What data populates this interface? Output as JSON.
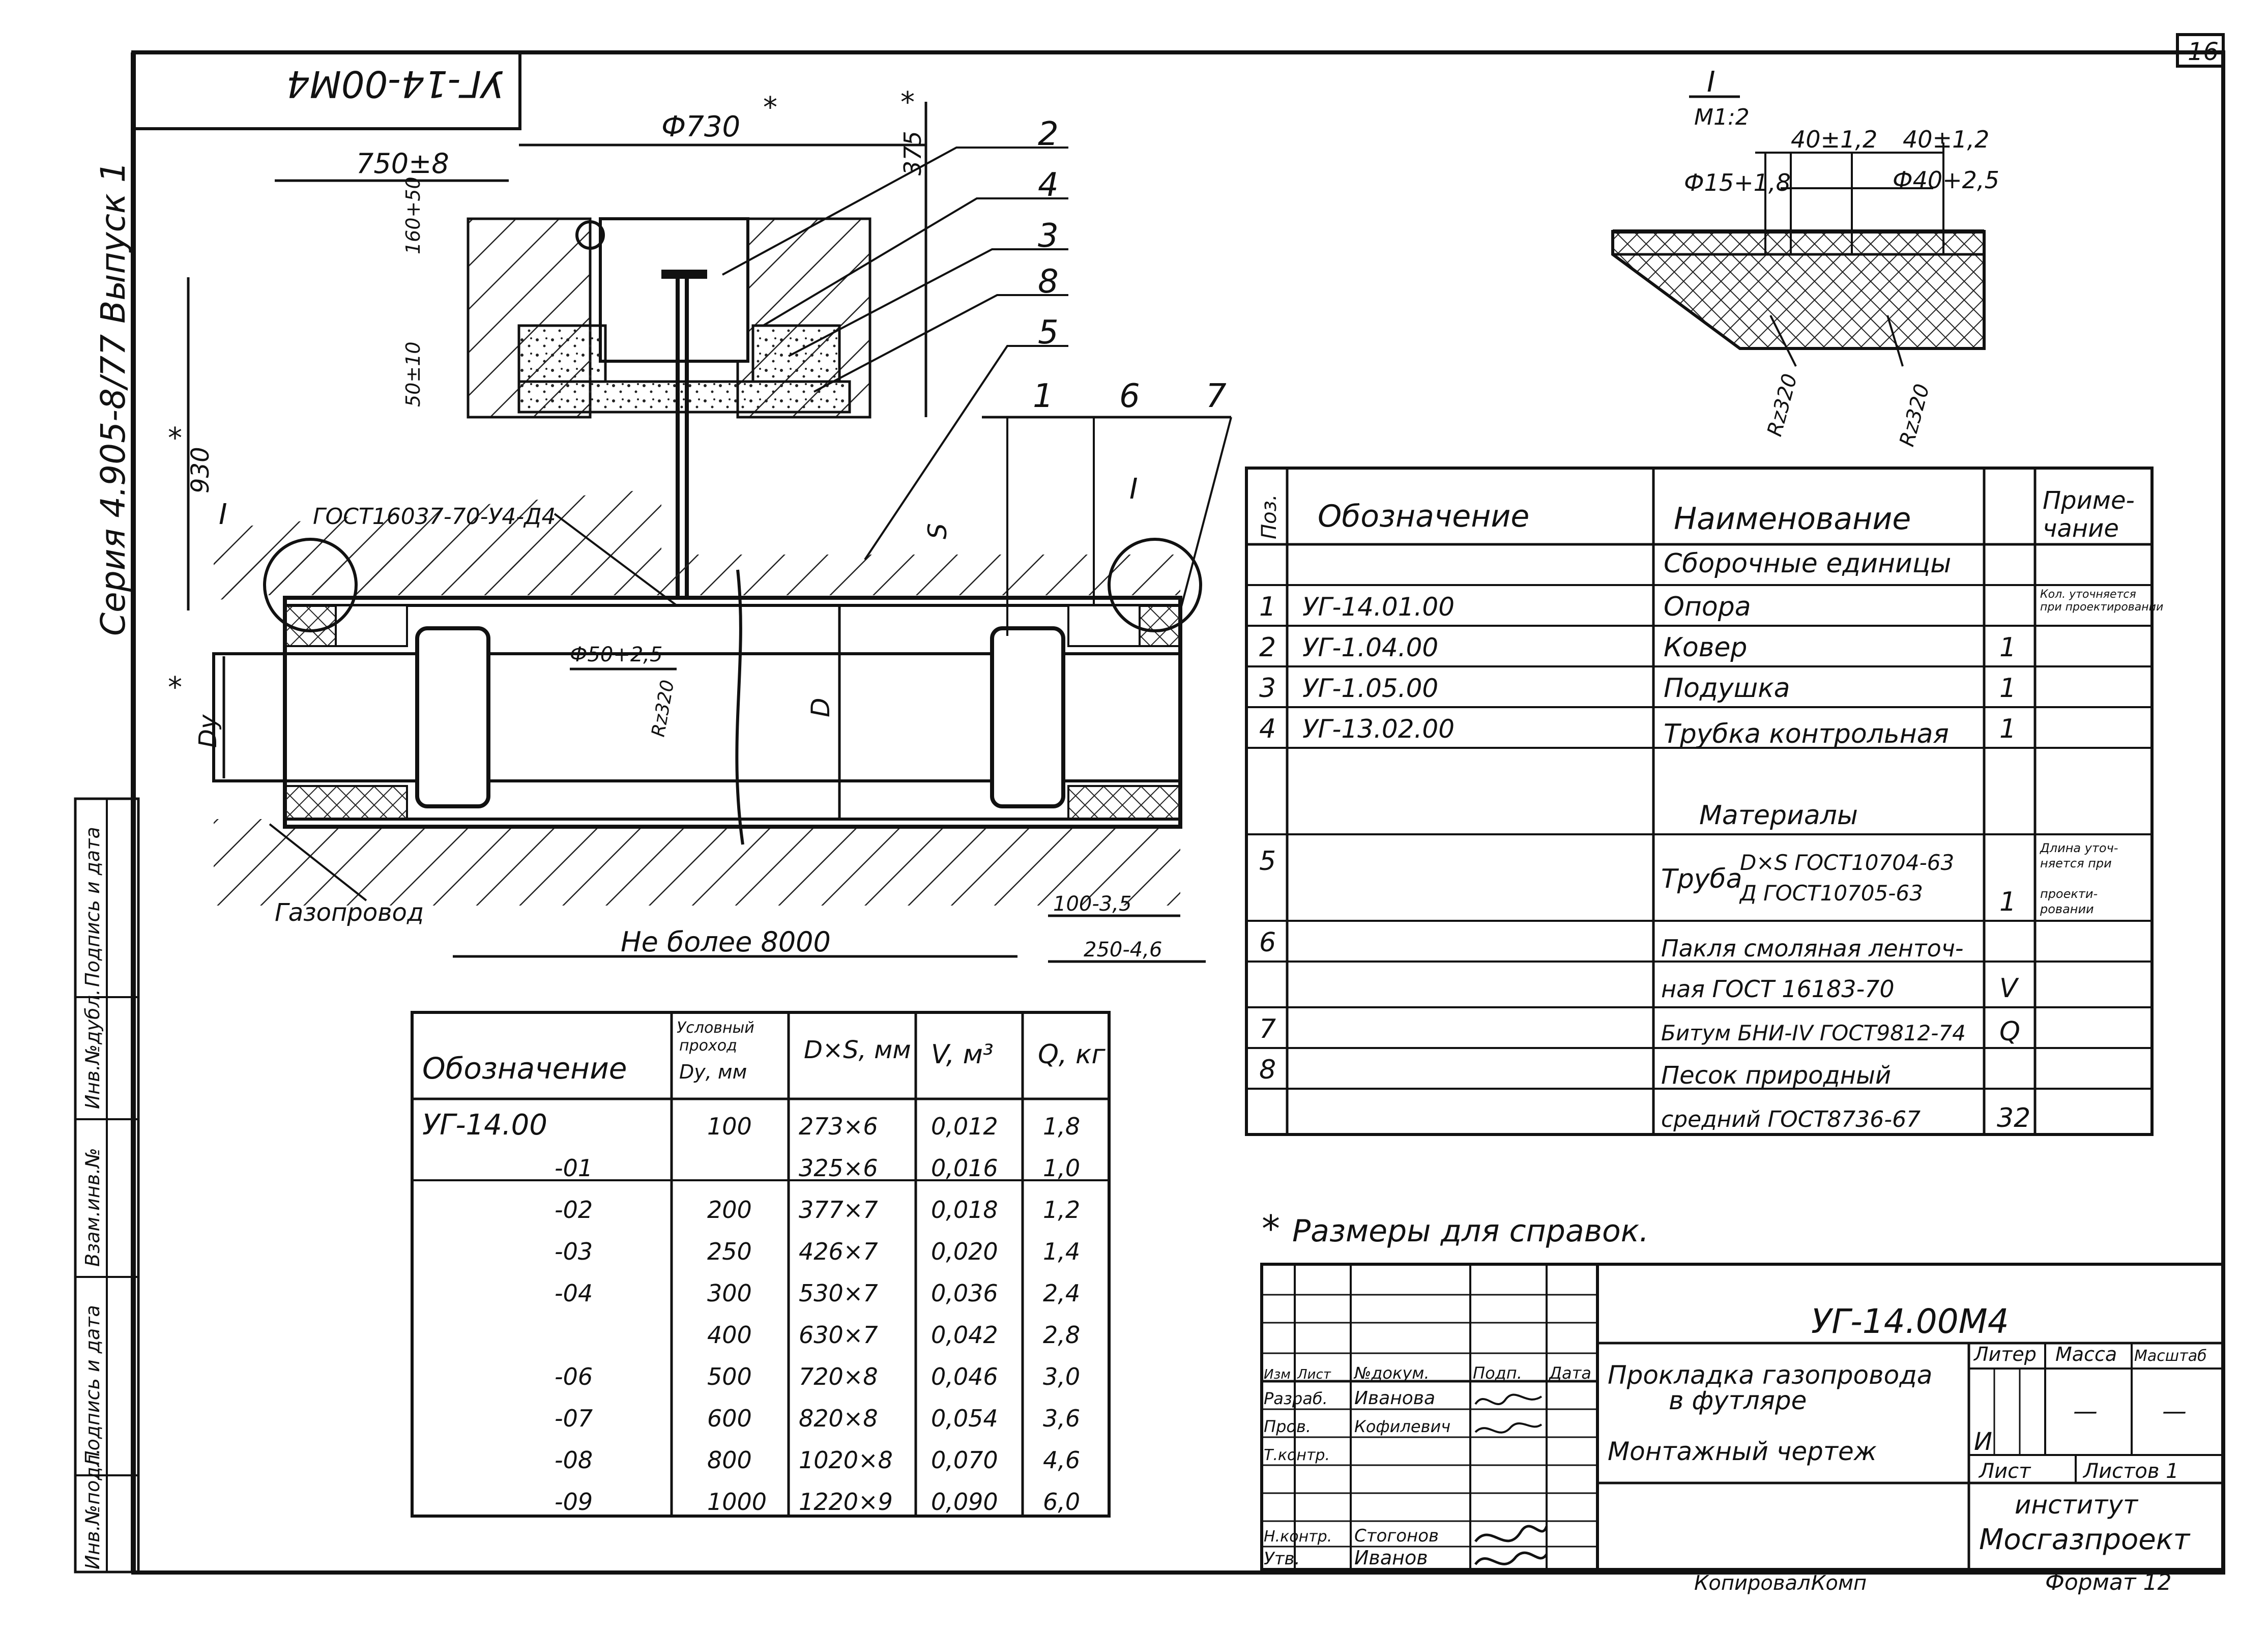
{
  "sheet": {
    "page_number": "16",
    "top_stamp": "УГ-14-00М4",
    "series_label": "Серия 4.905-8/77 Выпуск 1",
    "copied_by_label": "Копировал:",
    "copied_by_sign": "Комп",
    "format_label": "Формат 12",
    "note": "Размеры для справок.",
    "note_asterisk": "*"
  },
  "side_stamp": [
    "Инв.№подл.",
    "Подпись и дата",
    "Взам.инв.№",
    "Инв.№дубл.",
    "Подпись и дата"
  ],
  "main_view": {
    "dims": {
      "d730": "Ф730",
      "d750": "750±8",
      "d375": "375",
      "d160": "160+50",
      "d50": "50±10",
      "d930": "930",
      "d_pipe": "Ф50+2,5",
      "rz": "Rz320",
      "dy": "Dу",
      "D": "D",
      "S": "S",
      "length": "Не более 8000",
      "d100": "100-3,5",
      "d250": "250-4,6",
      "star": "*"
    },
    "leader_labels": [
      "2",
      "4",
      "3",
      "8",
      "5",
      "1",
      "6",
      "7"
    ],
    "gost_callout": "ГОСТ16037-70-У4-Д4",
    "gas_pipe": "Газопровод",
    "section_mark": "I"
  },
  "detail_view": {
    "title": "I",
    "scale": "М1:2",
    "d15": "Ф15+1,8",
    "dim40a": "40±1,2",
    "dim40b": "40±1,2",
    "d40": "Ф40+2,5",
    "rz_left": "Rz320",
    "rz_right": "Rz320"
  },
  "spec_table": {
    "headers": [
      "Поз.",
      "Обозначение",
      "Наименование",
      "",
      "Приме-\nчание"
    ],
    "section_assembly": "Сборочные единицы",
    "section_materials": "Материалы",
    "rows": [
      {
        "pos": "1",
        "code": "УГ-14.01.00",
        "name": "Опора",
        "qty": "",
        "note": "Кол. уточняется при проектировании"
      },
      {
        "pos": "2",
        "code": "УГ-1.04.00",
        "name": "Ковер",
        "qty": "1",
        "note": ""
      },
      {
        "pos": "3",
        "code": "УГ-1.05.00",
        "name": "Подушка",
        "qty": "1",
        "note": ""
      },
      {
        "pos": "4",
        "code": "УГ-13.02.00",
        "name": "Трубка контрольная",
        "qty": "1",
        "note": ""
      }
    ],
    "material_rows": [
      {
        "pos": "5",
        "name_a": "Труба",
        "name_b": "D×S ГОСТ10704-63",
        "name_c": "Д ГОСТ10705-63",
        "qty": "1",
        "note": "Длина уточняется при проектировании"
      },
      {
        "pos": "6",
        "name_a": "Пакля смоляная ленточ-",
        "name_b": "ная ГОСТ 16183-70",
        "qty": "V"
      },
      {
        "pos": "7",
        "name_a": "Битум БНИ-IV ГОСТ9812-74",
        "qty": "Q"
      },
      {
        "pos": "8",
        "name_a": "Песок природный",
        "name_b": "средний ГОСТ8736-67",
        "qty": "32"
      }
    ]
  },
  "size_table": {
    "headers": [
      "Обозначение",
      "Условный проход Dу, мм",
      "D×S, мм",
      "V, м³",
      "Q, кг"
    ],
    "rows": [
      {
        "code": "УГ-14.00",
        "dy": "100",
        "ds": "273×6",
        "v": "0,012",
        "q": "1,8"
      },
      {
        "code": "-01",
        "dy": "",
        "ds": "325×6",
        "v": "0,016",
        "q": "1,0"
      },
      {
        "code": "-02",
        "dy": "200",
        "ds": "377×7",
        "v": "0,018",
        "q": "1,2"
      },
      {
        "code": "-03",
        "dy": "250",
        "ds": "426×7",
        "v": "0,020",
        "q": "1,4"
      },
      {
        "code": "-04",
        "dy": "300",
        "ds": "530×7",
        "v": "0,036",
        "q": "2,4"
      },
      {
        "code": "",
        "dy": "400",
        "ds": "630×7",
        "v": "0,042",
        "q": "2,8"
      },
      {
        "code": "-06",
        "dy": "500",
        "ds": "720×8",
        "v": "0,046",
        "q": "3,0"
      },
      {
        "code": "-07",
        "dy": "600",
        "ds": "820×8",
        "v": "0,054",
        "q": "3,6"
      },
      {
        "code": "-08",
        "dy": "800",
        "ds": "1020×8",
        "v": "0,070",
        "q": "4,6"
      },
      {
        "code": "-09",
        "dy": "1000",
        "ds": "1220×9",
        "v": "0,090",
        "q": "6,0"
      }
    ]
  },
  "title_block": {
    "doc_code": "УГ-14.00М4",
    "title_l1": "Прокладка газопровода",
    "title_l2": "в футляре",
    "title_l3": "Монтажный чертеж",
    "col_headers": [
      "Изм",
      "Лист",
      "№докум.",
      "Подп.",
      "Дата"
    ],
    "roles": [
      {
        "role": "Разраб.",
        "name": "Иванова"
      },
      {
        "role": "Пров.",
        "name": "Кофилевич"
      },
      {
        "role": "Т.контр.",
        "name": ""
      },
      {
        "role": "",
        "name": ""
      },
      {
        "role": "Н.контр.",
        "name": "Стогонов"
      },
      {
        "role": "Утв.",
        "name": "Иванов"
      }
    ],
    "liter_label": "Литер",
    "mass_label": "Масса",
    "scale_label": "Масштаб",
    "liter_value": "И",
    "mass_value": "—",
    "scale_value": "—",
    "sheet_label": "Лист",
    "sheets_label": "Листов 1",
    "org_l1": "институт",
    "org_l2": "Мосгазпроект"
  }
}
